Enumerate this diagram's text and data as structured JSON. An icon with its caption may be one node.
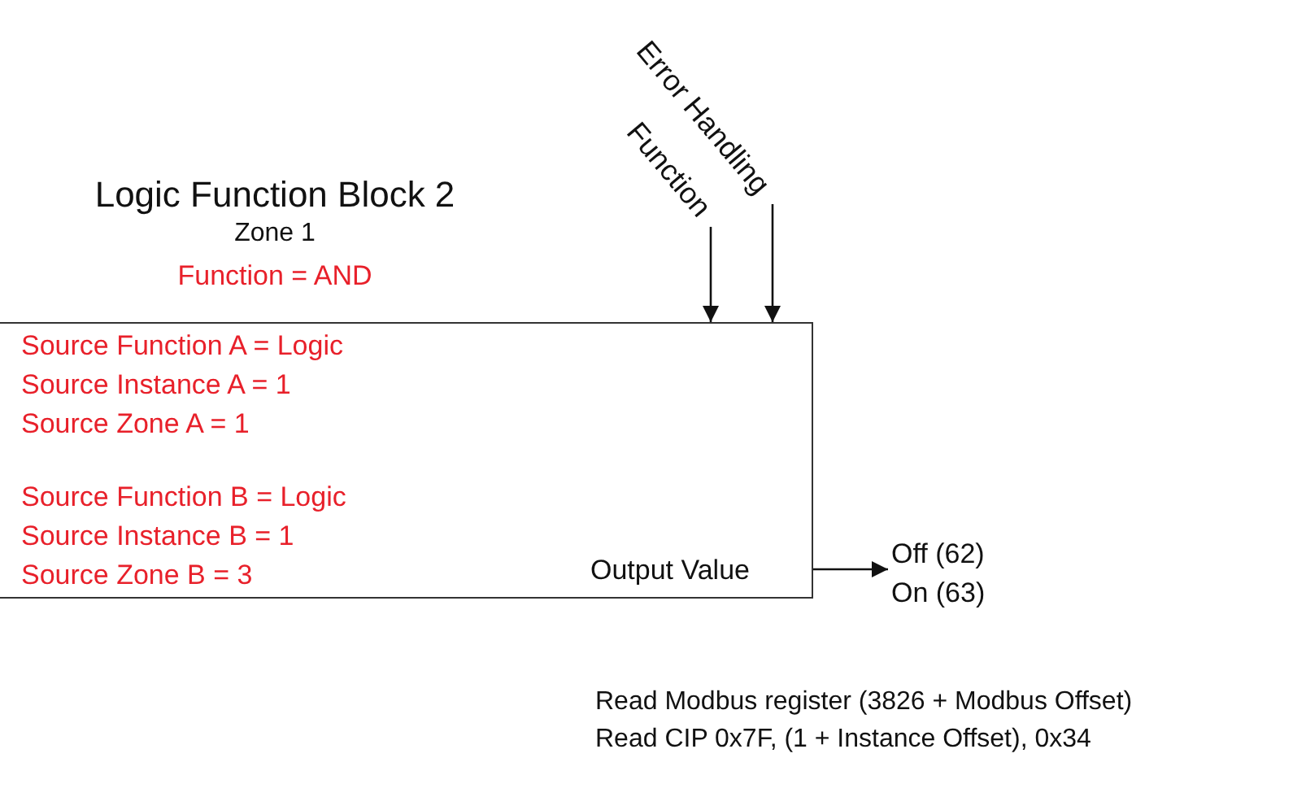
{
  "diagram": {
    "nodes": [
      {
        "text": [
          "Logic Function Block 2",
          "Zone 1",
          "Function = AND",
          "Source Function A = Logic",
          "Source Instance A = 1",
          "Source Zone A = 1",
          "Source Function B = Logic",
          "Source Instance B = 1",
          "Source Zone B = 3",
          "Output Value"
        ]
      },
      {
        "text": [
          "Error Handling"
        ]
      },
      {
        "text": [
          "Function"
        ]
      },
      {
        "text": [
          "Off (62)",
          "On (63)"
        ]
      }
    ],
    "edges": [
      {
        "from": 2,
        "to": 0,
        "arrow": "to"
      },
      {
        "from": 1,
        "to": 0,
        "arrow": "to"
      },
      {
        "from": 0,
        "to": 3,
        "arrow": "to"
      }
    ],
    "labels": [
      "Read Modbus register (3826 + Modbus Offset)",
      "Read CIP 0x7F, (1 + Instance Offset), 0x34"
    ]
  }
}
